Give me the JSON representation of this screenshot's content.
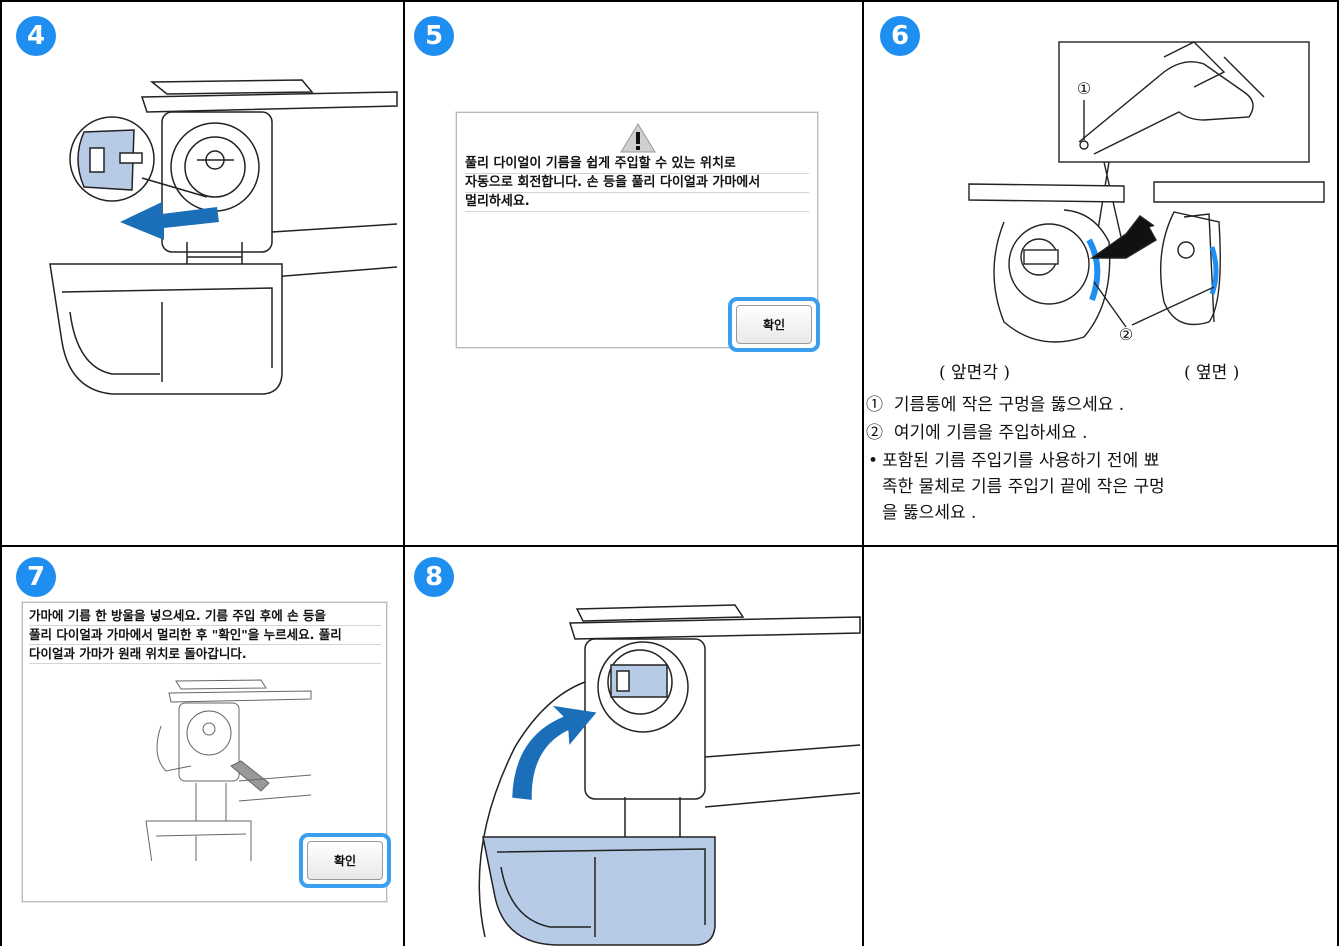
{
  "steps": {
    "s4": {
      "number": "4"
    },
    "s5": {
      "number": "5",
      "dialog": {
        "lines": [
          "풀리 다이얼이 기름을 쉽게 주입할 수 있는 위치로",
          "자동으로 회전합니다. 손 등을 풀리 다이얼과 가마에서",
          "멀리하세요."
        ],
        "ok_label": "확인"
      }
    },
    "s6": {
      "number": "6",
      "callout_1": "①",
      "callout_2": "②",
      "caption_front": "( 앞면각 )",
      "caption_side": "( 옆면 )",
      "notes": [
        {
          "marker": "①",
          "text": "기름통에 작은 구멍을 뚫으세요 ."
        },
        {
          "marker": "②",
          "text": "여기에 기름을 주입하세요 ."
        }
      ],
      "bullet_marker": "•",
      "bullet_lines": [
        "포함된 기름 주입기를 사용하기 전에 뾰",
        "족한 물체로 기름 주입기 끝에 작은 구멍",
        "을 뚫으세요 ."
      ]
    },
    "s7": {
      "number": "7",
      "dialog": {
        "lines": [
          "가마에 기름 한 방울을 넣으세요. 기름 주입 후에 손 등을",
          "풀리 다이얼과 가마에서 멀리한 후 \"확인\"을 누르세요. 풀리",
          "다이얼과 가마가 원래 위치로 돌아갑니다."
        ],
        "ok_label": "확인"
      }
    },
    "s8": {
      "number": "8"
    }
  },
  "colors": {
    "badge": "#1e8ef0",
    "arrow": "#1a6fb8",
    "highlight_blue": "#3b9ff0",
    "tray_fill": "#b7cbe6"
  }
}
